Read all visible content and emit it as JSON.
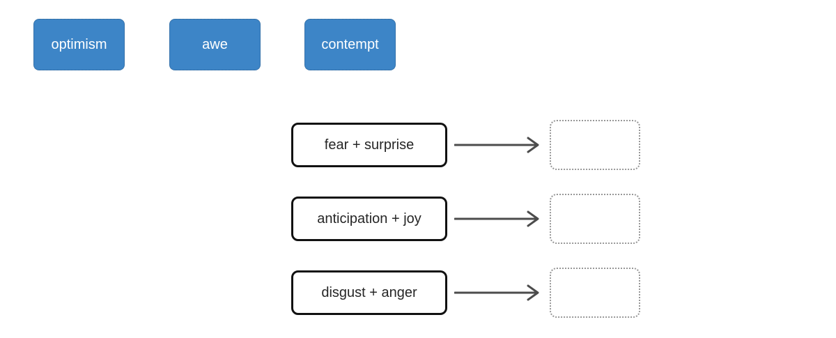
{
  "colors": {
    "background": "#ffffff",
    "chip_bg": "#3d85c7",
    "chip_text": "#ffffff",
    "prompt_border": "#111111",
    "prompt_text": "#262626",
    "arrow": "#4c4c4c",
    "dropzone_border": "#979797"
  },
  "chips": [
    {
      "label": "optimism"
    },
    {
      "label": "awe"
    },
    {
      "label": "contempt"
    }
  ],
  "matches": [
    {
      "prompt": "fear + surprise",
      "dropzone_value": ""
    },
    {
      "prompt": "anticipation + joy",
      "dropzone_value": ""
    },
    {
      "prompt": "disgust + anger",
      "dropzone_value": ""
    }
  ]
}
